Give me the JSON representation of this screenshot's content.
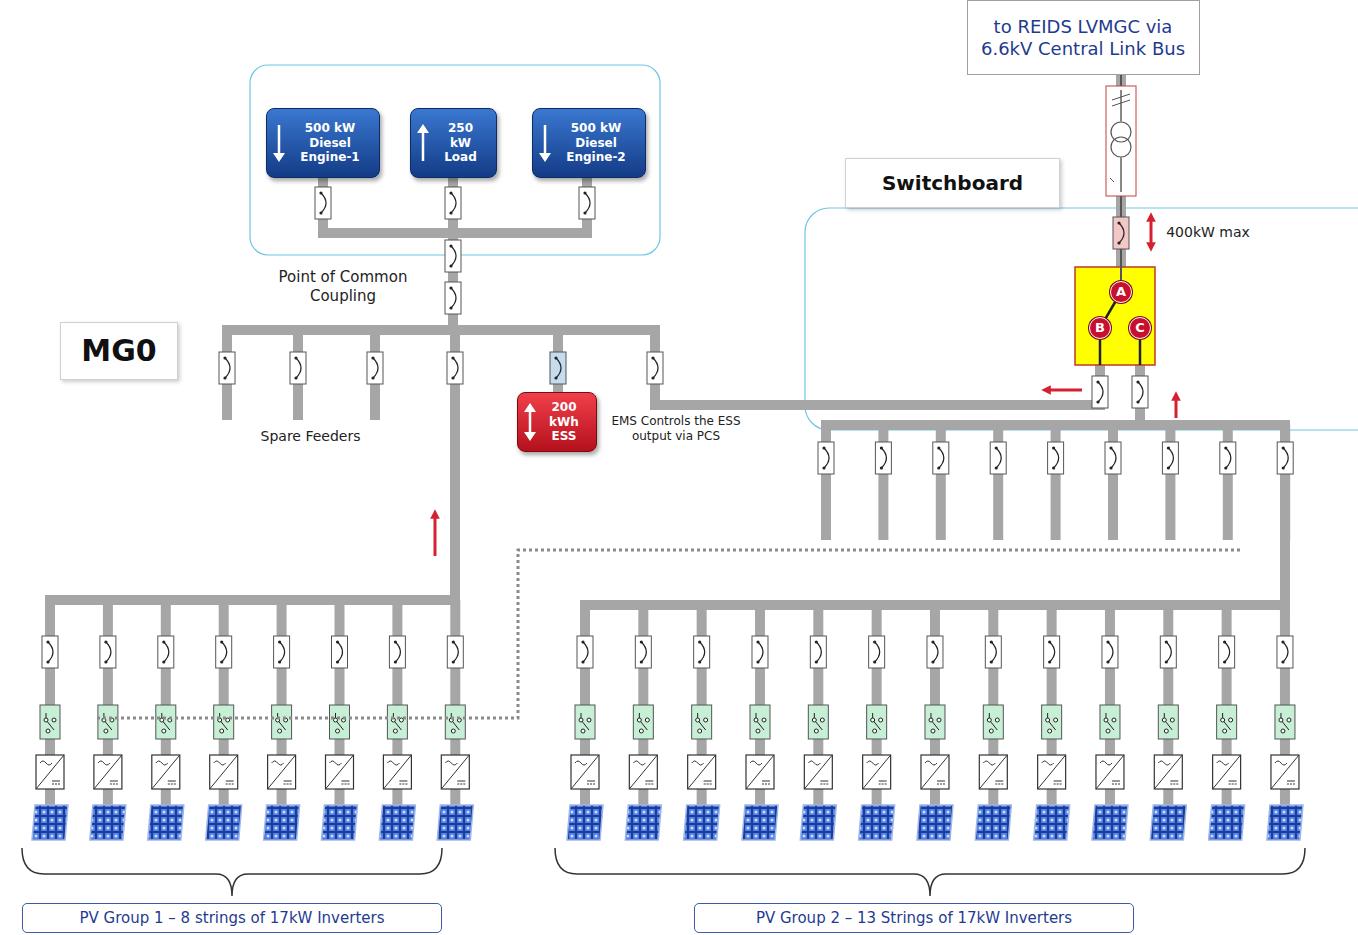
{
  "diagram": {
    "nodes": [
      {
        "text": [
          "to REIDS LVMGC via 6.6kV Central Link Bus"
        ]
      },
      {
        "text": [
          "Switchboard"
        ]
      },
      {
        "text": [
          "MG0"
        ]
      },
      {
        "text": [
          "500 kW Diesel Engine-1"
        ]
      },
      {
        "text": [
          "250 kW Load"
        ]
      },
      {
        "text": [
          "500 kW Diesel Engine-2"
        ]
      },
      {
        "text": [
          "200 kWh ESS"
        ]
      },
      {
        "text": [
          "A"
        ]
      },
      {
        "text": [
          "B"
        ]
      },
      {
        "text": [
          "C"
        ]
      },
      {
        "text": [
          "PV Group 1 – 8 strings of 17kW Inverters"
        ]
      },
      {
        "text": [
          "PV Group 2 – 13 Strings of 17kW Inverters"
        ]
      }
    ],
    "edges": [
      {
        "from": 7,
        "to": 8,
        "arrow": "none"
      },
      {
        "from": 7,
        "to": 0,
        "arrow": "none"
      }
    ],
    "labels": [
      "Point of Common Coupling",
      "400kW max",
      "Spare Feeders",
      "EMS Controls the ESS output via PCS"
    ]
  }
}
